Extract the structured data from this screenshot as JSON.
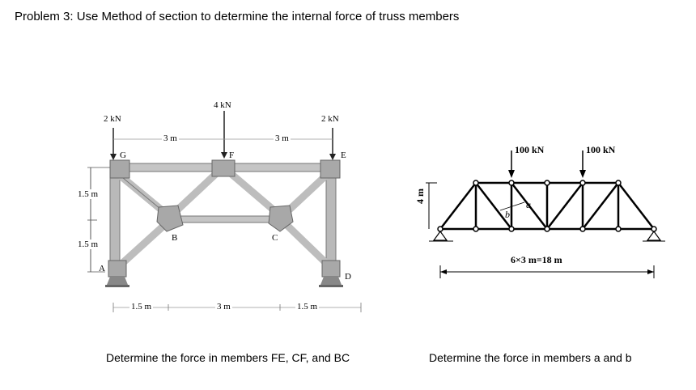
{
  "problem_title": "Problem 3: Use Method of section to determine the internal force of truss members",
  "figure1": {
    "loads": [
      "2 kN",
      "4 kN",
      "2 kN"
    ],
    "joints": [
      "G",
      "F",
      "E",
      "B",
      "C",
      "A",
      "D"
    ],
    "heights": [
      "1.5 m",
      "1.5 m"
    ],
    "top_spans": [
      "3 m",
      "3 m"
    ],
    "bottom_spans": [
      "1.5 m",
      "3 m",
      "1.5 m"
    ],
    "caption": "Determine the force in members FE, CF, and BC"
  },
  "figure2": {
    "loads": [
      "100 kN",
      "100 kN"
    ],
    "height": "4 m",
    "span": "6×3 m=18 m",
    "member_labels": [
      "a",
      "b"
    ],
    "caption": "Determine the force in members a and b"
  }
}
